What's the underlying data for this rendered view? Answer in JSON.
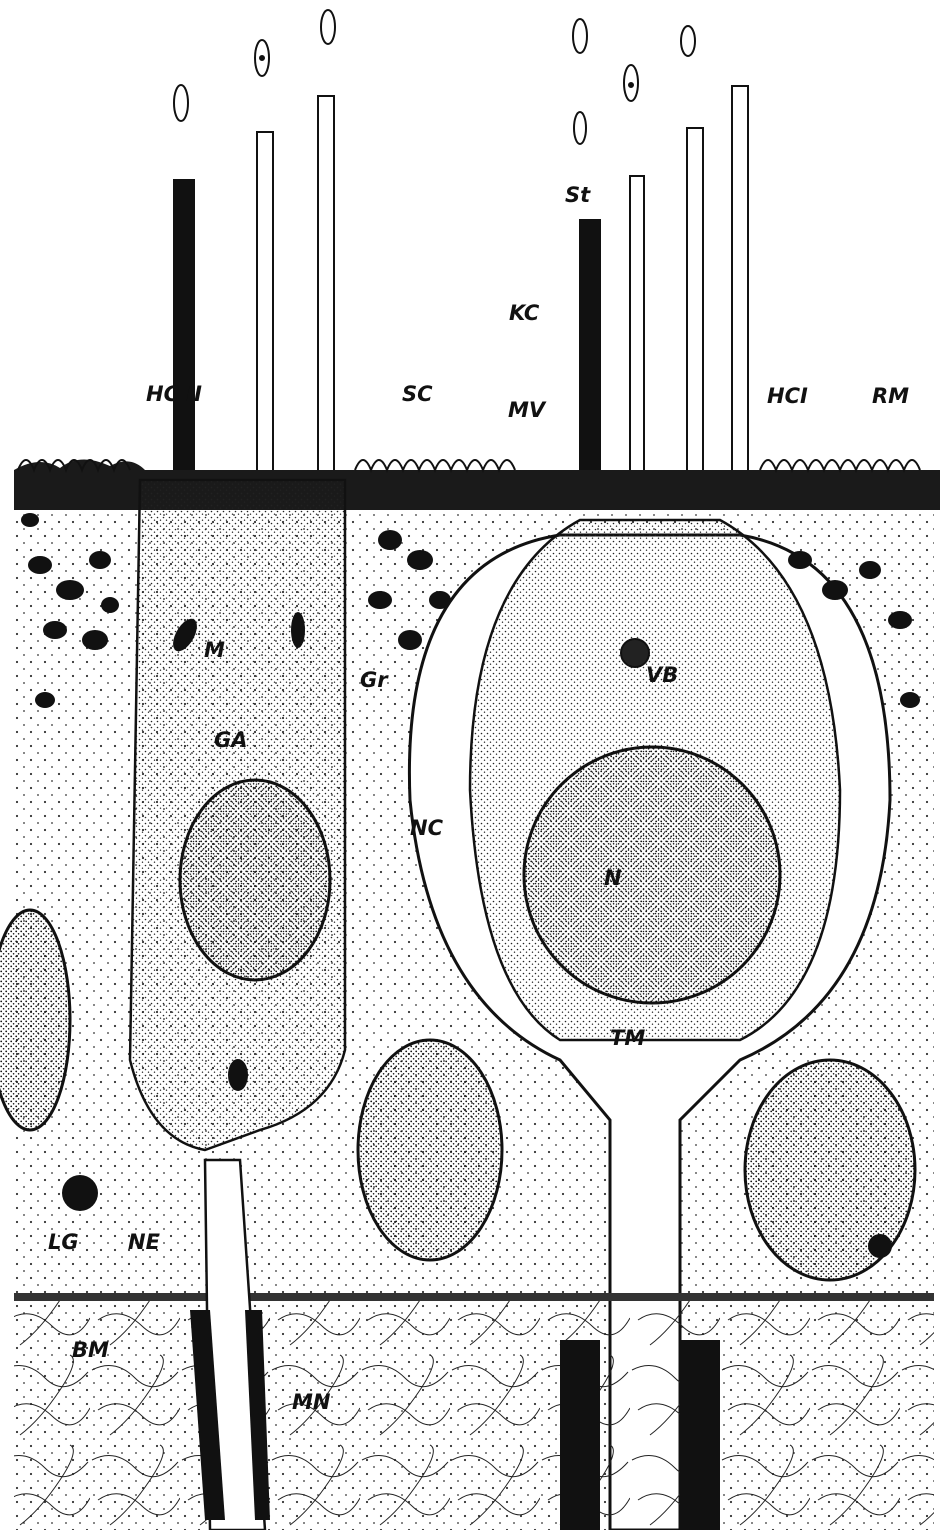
{
  "figure": {
    "labels": {
      "hc2": "HC II",
      "sc": "SC",
      "mv": "MV",
      "kc": "KC",
      "st": "St",
      "hc1": "HCI",
      "rm": "RM",
      "m": "M",
      "gr": "Gr",
      "vb": "VB",
      "ga": "GA",
      "nc": "NC",
      "n": "N",
      "tm": "TM",
      "lg": "LG",
      "ne": "NE",
      "bm": "BM",
      "mn": "MN"
    },
    "colors": {
      "ink": "#111111",
      "paper": "#ffffff",
      "stipple": "#3a3a3a"
    }
  }
}
